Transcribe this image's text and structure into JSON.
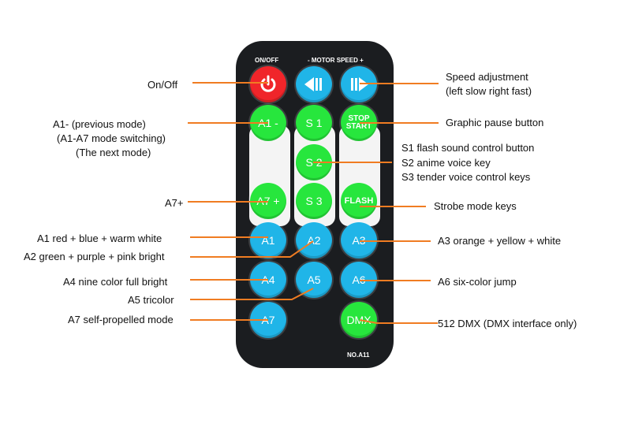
{
  "remote": {
    "onoff_label": "ON/OFF",
    "motor_label": "- MOTOR SPEED +",
    "model": "NO.A11",
    "buttons": {
      "a1minus": "A1 -",
      "s1": "S 1",
      "stop_start": "STOP START",
      "s2": "S 2",
      "a7plus": "A7 +",
      "s3": "S 3",
      "flash": "FLASH",
      "a1": "A1",
      "a2": "A2",
      "a3": "A3",
      "a4": "A4",
      "a5": "A5",
      "a6": "A6",
      "a7": "A7",
      "dmx": "DMX"
    },
    "colors": {
      "green": "#27e63d",
      "blue": "#20b5e8",
      "red": "#f0252a",
      "body": "#1b1d20",
      "line": "#f07c22"
    }
  },
  "labels": {
    "onoff": "On/Off",
    "speed_1": "Speed adjustment",
    "speed_2": "(left slow right fast)",
    "a1minus_1": "A1- (previous mode)",
    "a1minus_2": "(A1-A7 mode switching)",
    "a1minus_3": "(The next mode)",
    "pause": "Graphic pause button",
    "s1": "S1 flash sound control button",
    "s2": "S2 anime voice key",
    "s3": "S3 tender voice control keys",
    "a7plus": "A7+",
    "strobe": "Strobe mode keys",
    "a1": "A1 red + blue + warm white",
    "a2": "A2 green + purple + pink bright",
    "a3": "A3 orange + yellow + white",
    "a4": "A4 nine color full bright",
    "a5": "A5 tricolor",
    "a6": "A6 six-color jump",
    "a7": "A7 self-propelled mode",
    "dmx": "512 DMX (DMX interface only)"
  }
}
